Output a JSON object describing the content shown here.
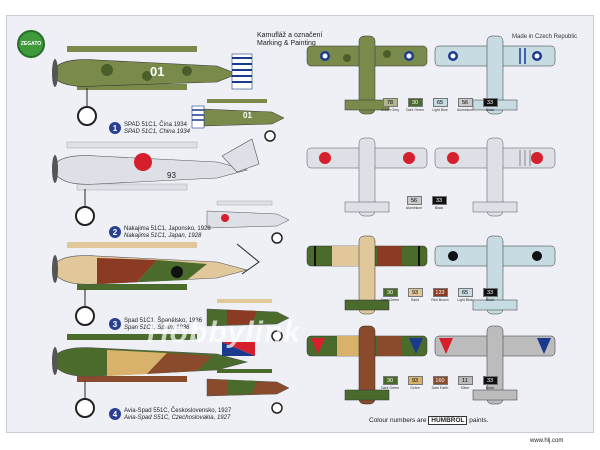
{
  "header": {
    "title_cz": "Kamufláž a označení",
    "title_en": "Marking & Painting",
    "made_in": "Made in Czech Republic"
  },
  "logo": {
    "text": "ZEGATO"
  },
  "profiles": [
    {
      "number": "1",
      "caption_cz": "SPAD 51C1, Čína 1934",
      "caption_en": "SPAD 51C1, China 1934",
      "code": "01"
    },
    {
      "number": "2",
      "caption_cz": "Nakajima 51C1, Japonsko, 1928",
      "caption_en": "Nakajima 51C1, Japan, 1928",
      "code": "93"
    },
    {
      "number": "3",
      "caption_cz": "Spad 51C1, Španělsko, 1936",
      "caption_en": "Span 51C1, Spain, 1936",
      "code": ""
    },
    {
      "number": "4",
      "caption_cz": "Avia-Spad 551C, Československo, 1927",
      "caption_en": "Avia-Spad S51C, Czechoslovakia, 1927",
      "code": ""
    }
  ],
  "palettes": [
    {
      "chips": [
        {
          "code": "78",
          "name": "Green Grey",
          "color": "#b3b58e"
        },
        {
          "code": "30",
          "name": "Dark Green",
          "color": "#4b6b2d"
        },
        {
          "code": "65",
          "name": "Light Blue",
          "color": "#c6dbe2"
        },
        {
          "code": "56",
          "name": "Aluminium",
          "color": "#c9c9c9"
        },
        {
          "code": "33",
          "name": "Black",
          "color": "#111111"
        }
      ]
    },
    {
      "chips": [
        {
          "code": "56",
          "name": "Aluminium",
          "color": "#c9c9c9"
        },
        {
          "code": "33",
          "name": "Black",
          "color": "#111111"
        }
      ]
    },
    {
      "chips": [
        {
          "code": "30",
          "name": "Dark Green",
          "color": "#4b6b2d"
        },
        {
          "code": "93",
          "name": "Sand",
          "color": "#e0c89a"
        },
        {
          "code": "133",
          "name": "Red Brown",
          "color": "#8b3a23"
        },
        {
          "code": "65",
          "name": "Light Blue",
          "color": "#c6dbe2"
        },
        {
          "code": "33",
          "name": "Black",
          "color": "#111111"
        }
      ]
    },
    {
      "chips": [
        {
          "code": "30",
          "name": "Dark Green",
          "color": "#4b6b2d"
        },
        {
          "code": "93",
          "name": "Ochre",
          "color": "#d8b26a"
        },
        {
          "code": "160",
          "name": "Dark Earth",
          "color": "#8a4a2c"
        },
        {
          "code": "11",
          "name": "Silver",
          "color": "#bcbcbc"
        },
        {
          "code": "33",
          "name": "Black",
          "color": "#111111"
        }
      ]
    }
  ],
  "footer": {
    "note_prefix": "Colour numbers are",
    "brand": "HUMBROL",
    "note_suffix": "paints.",
    "watermark": "Hobbylink",
    "url": "www.hlj.com"
  },
  "colors": {
    "camo_green": "#7a8a4a",
    "camo_dark": "#4b5e2a",
    "silver": "#dde0e6",
    "rising_sun": "#d61f2c",
    "roc_blue": "#1a3a8e",
    "badge_blue": "#2b3f92"
  }
}
